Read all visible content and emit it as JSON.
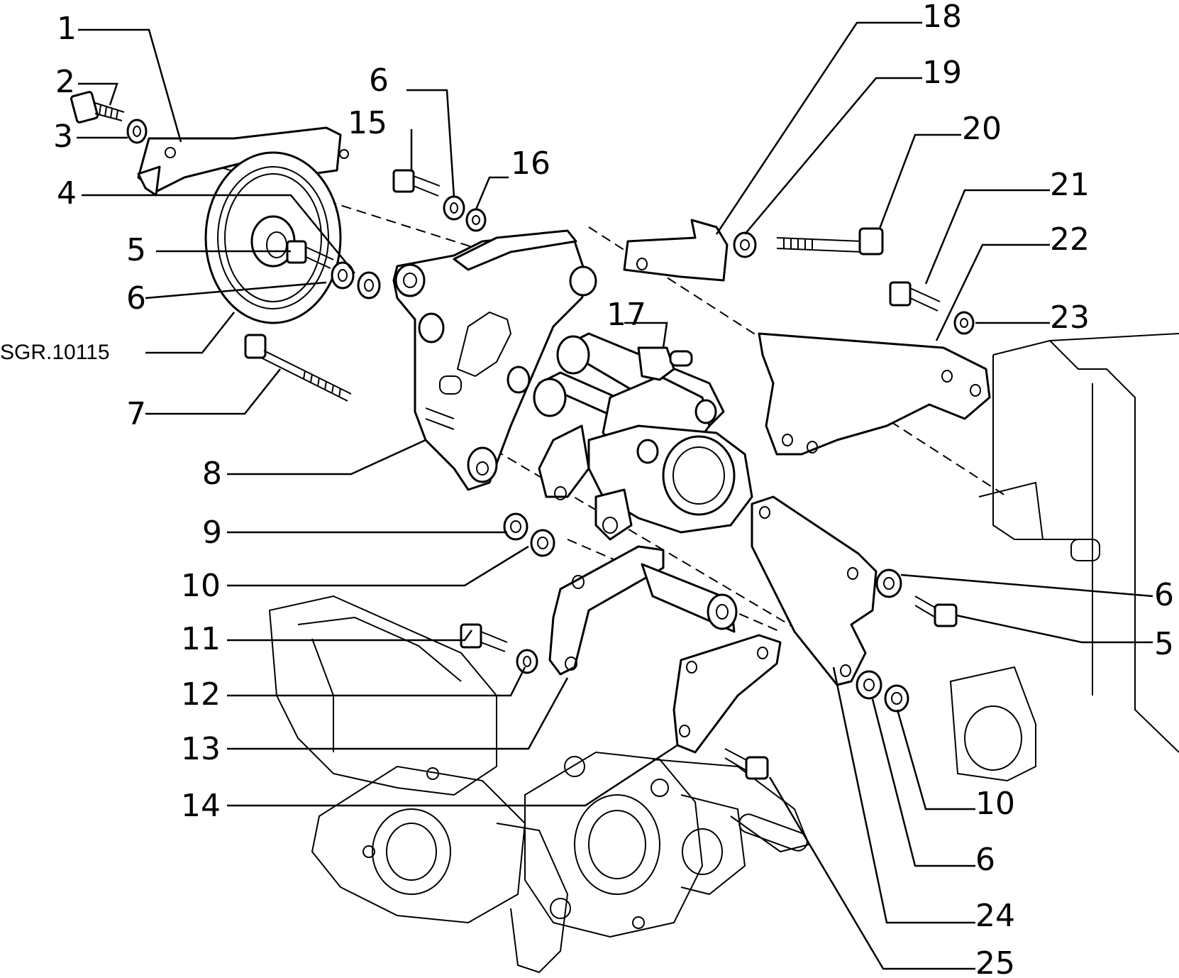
{
  "reference_code": "SGR.10115",
  "callouts": {
    "c1": "1",
    "c2": "2",
    "c3": "3",
    "c4": "4",
    "c5_left": "5",
    "c6_left_mid": "6",
    "c7": "7",
    "c8": "8",
    "c9": "9",
    "c10_left": "10",
    "c11": "11",
    "c12": "12",
    "c13": "13",
    "c14": "14",
    "c15": "15",
    "c6_top": "6",
    "c16": "16",
    "c17": "17",
    "c18": "18",
    "c19": "19",
    "c20": "20",
    "c21": "21",
    "c22": "22",
    "c23": "23",
    "c6_right_top": "6",
    "c5_right": "5",
    "c10_right": "10",
    "c6_right_bottom": "6",
    "c24": "24",
    "c25": "25"
  },
  "colors": {
    "ink": "#000000",
    "paper": "#ffffff"
  }
}
